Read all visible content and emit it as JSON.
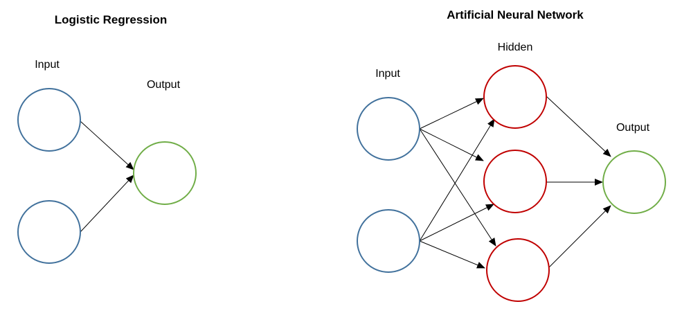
{
  "logistic": {
    "title": "Logistic Regression",
    "input_label": "Input",
    "output_label": "Output"
  },
  "ann": {
    "title": "Artificial Neural Network",
    "input_label": "Input",
    "hidden_label": "Hidden",
    "output_label": "Output"
  },
  "colors": {
    "input": "#41719C",
    "output": "#70AD47",
    "hidden": "#C00000",
    "edge": "#000000"
  }
}
